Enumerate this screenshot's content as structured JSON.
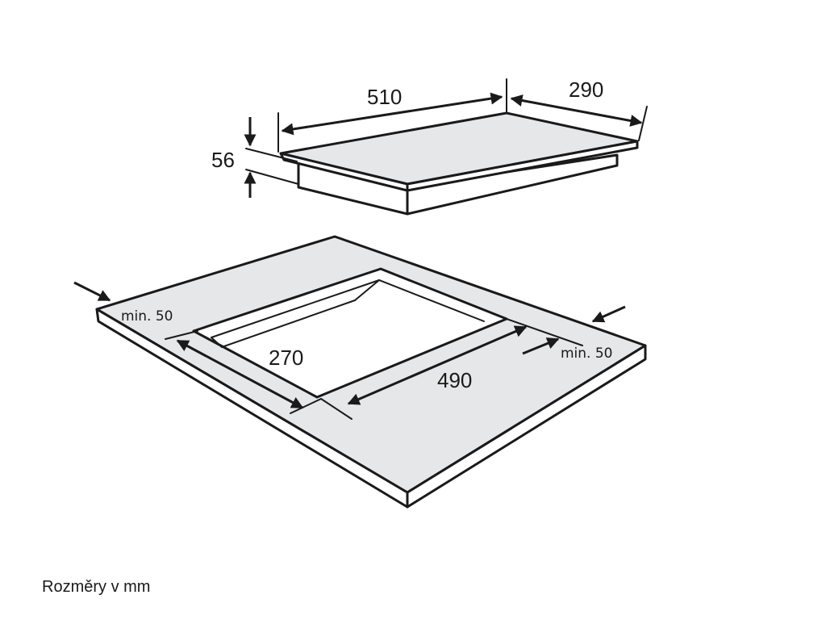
{
  "hob": {
    "width_label": "510",
    "depth_label": "290",
    "height_label": "56"
  },
  "cutout": {
    "depth_label": "270",
    "width_label": "490",
    "clearance_left_label": "min. 50",
    "clearance_right_label": "min. 50"
  },
  "caption": "Rozměry v mm",
  "colors": {
    "line": "#1a1a1a",
    "countertop_fill": "#e6e7e9",
    "hob_fill": "#ffffff"
  }
}
